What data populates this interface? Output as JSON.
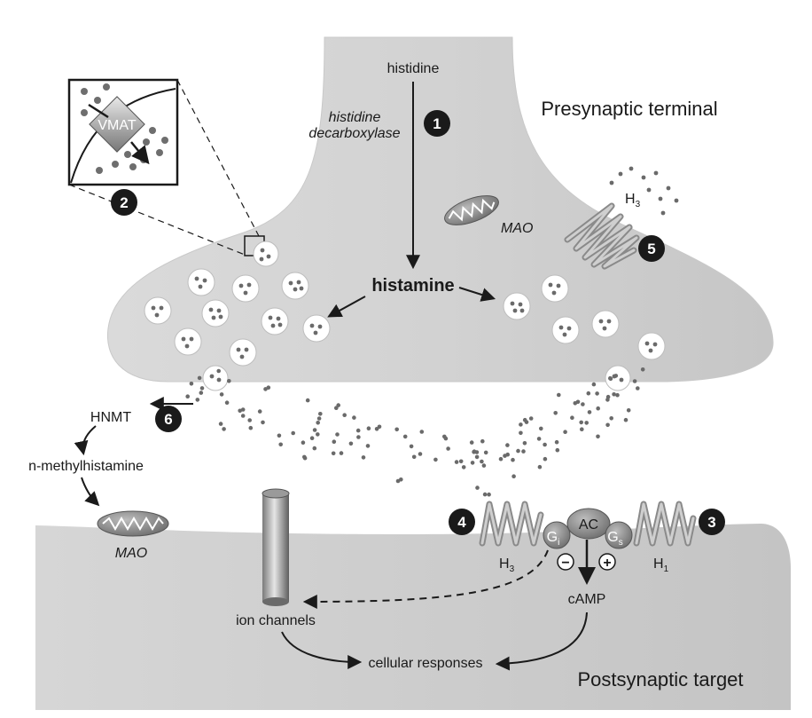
{
  "labels": {
    "histidine": "histidine",
    "enzyme_line1": "histidine",
    "enzyme_line2": "decarboxylase",
    "histamine": "histamine",
    "mao_pre": "MAO",
    "mao_post": "MAO",
    "vmat": "VMAT",
    "h3_pre": "H",
    "h3_pre_sub": "3",
    "presynaptic": "Presynaptic terminal",
    "postsynaptic": "Postsynaptic target",
    "hnmt": "HNMT",
    "n_methyl": "n-methylhistamine",
    "ion_channels": "ion channels",
    "camp": "cAMP",
    "cellular_responses": "cellular responses",
    "ac": "AC",
    "gi": "G",
    "gi_sub": "i",
    "gs": "G",
    "gs_sub": "s",
    "h3_post": "H",
    "h3_post_sub": "3",
    "h1_post": "H",
    "h1_post_sub": "1",
    "minus": "−",
    "plus": "+"
  },
  "steps": [
    "1",
    "2",
    "3",
    "4",
    "5",
    "6"
  ]
}
